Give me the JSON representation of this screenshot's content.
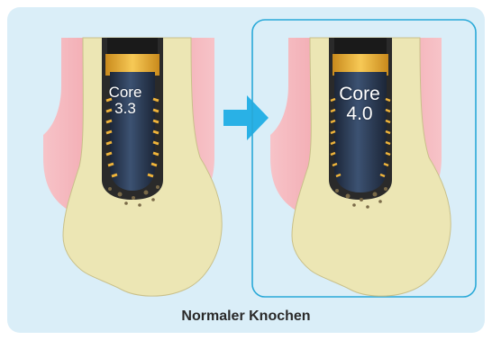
{
  "left_implant": {
    "line1": "Core",
    "line2": "3.3"
  },
  "right_implant": {
    "line1": "Core",
    "line2": "4.0"
  },
  "caption": "Normaler Knochen",
  "colors": {
    "panel_bg": "#daeef8",
    "bone": "#ece6b4",
    "gum": "#f2a0a8",
    "implant": "#27384f",
    "collar": "#f0b43a",
    "arrow": "#29b1e6",
    "frame": "#29a9d8"
  }
}
